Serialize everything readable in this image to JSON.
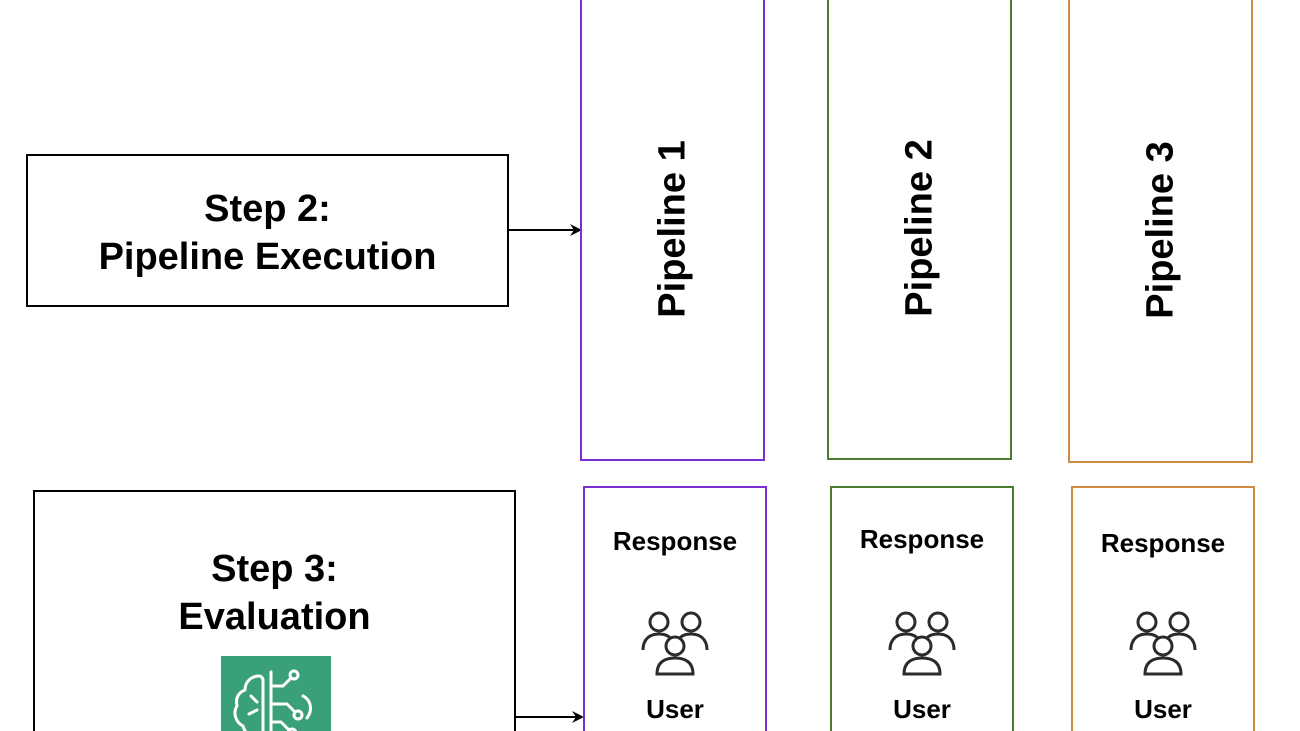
{
  "steps": {
    "step2": {
      "line1": "Step 2:",
      "line2": "Pipeline Execution"
    },
    "step3": {
      "line1": "Step 3:",
      "line2": "Evaluation",
      "icon": "ai-brain-circuit-icon"
    }
  },
  "pipelines": [
    {
      "title": "Pipeline 1",
      "color": "#7b2fd0",
      "response_label": "Response",
      "user_label": "User",
      "icon": "users-icon"
    },
    {
      "title": "Pipeline 2",
      "color": "#4a7e2e",
      "response_label": "Response",
      "user_label": "User",
      "icon": "users-icon"
    },
    {
      "title": "Pipeline 3",
      "color": "#d08a45",
      "response_label": "Response",
      "user_label": "User",
      "icon": "users-icon"
    }
  ],
  "colors": {
    "ai_icon_bg": "#3aa07a",
    "stroke": "#000000"
  }
}
